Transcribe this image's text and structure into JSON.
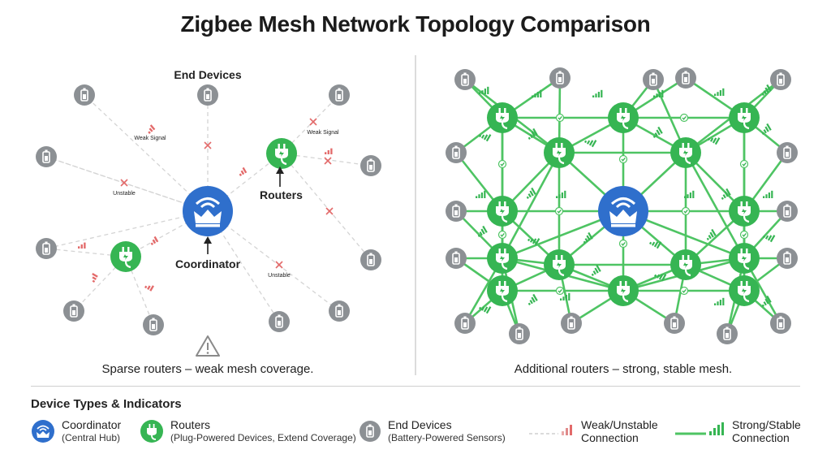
{
  "title": "Zigbee Mesh Network Topology Comparison",
  "left_panel": {
    "label_end_devices": "End Devices",
    "label_routers": "Routers",
    "label_coordinator": "Coordinator",
    "weak_signal_1": "Weak Signal",
    "weak_signal_2": "Weak Signal",
    "unstable_1": "Unstable",
    "unstable_2": "Unstable",
    "caption": "Sparse routers – weak mesh coverage."
  },
  "right_panel": {
    "caption": "Additional routers – strong, stable mesh."
  },
  "legend": {
    "title": "Device Types & Indicators",
    "coordinator": {
      "label": "Coordinator",
      "sub": "(Central Hub)"
    },
    "routers": {
      "label": "Routers",
      "sub": "(Plug-Powered Devices, Extend Coverage)"
    },
    "end_devices": {
      "label": "End Devices",
      "sub": "(Battery-Powered Sensors)"
    },
    "weak": {
      "label": "Weak/Unstable",
      "sub": "Connection"
    },
    "strong": {
      "label": "Strong/Stable",
      "sub": "Connection"
    }
  },
  "colors": {
    "coordinator": "#2f6fcc",
    "router": "#36b553",
    "end_device": "#8c9094",
    "weak_line": "#d4d4d4",
    "weak_x": "#e36a6a",
    "strong_line": "#4ec463"
  },
  "icons": {
    "coordinator": "crown-wifi-icon",
    "router": "plug-icon",
    "end_device": "battery-icon",
    "warning": "warning-triangle-icon"
  }
}
